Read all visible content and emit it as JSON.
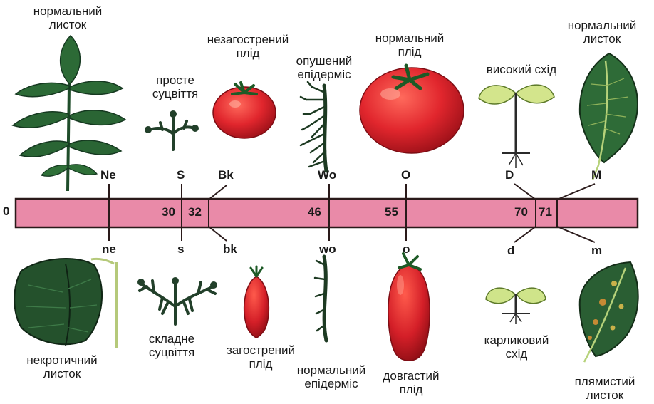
{
  "chromosome": {
    "start_label": "0",
    "positions": [
      "30",
      "32",
      "46",
      "55",
      "70",
      "71"
    ],
    "colors": {
      "bar_fill": "#e98aa8",
      "bar_stroke": "#2a1a1a",
      "leaf_dark": "#1f4d2a",
      "leaf_mid": "#2e6b37",
      "tomato_red": "#d8232a",
      "seedling_green": "#cfe48a"
    }
  },
  "genes": {
    "dominant": [
      "Ne",
      "S",
      "Bk",
      "Wo",
      "O",
      "D",
      "M"
    ],
    "recessive": [
      "ne",
      "s",
      "bk",
      "wo",
      "o",
      "d",
      "m"
    ]
  },
  "captions": {
    "normal_leaf_left": [
      "нормальний",
      "листок"
    ],
    "simple_inflorescence": [
      "просте",
      "суцвіття"
    ],
    "unsharpened_fruit": [
      "незагострений",
      "плід"
    ],
    "pubescent_epidermis": [
      "опушений",
      "епідерміс"
    ],
    "normal_fruit": [
      "нормальний",
      "плід"
    ],
    "tall_seedling": [
      "високий схід"
    ],
    "normal_leaf_right": [
      "нормальний",
      "листок"
    ],
    "necrotic_leaf": [
      "некротичний",
      "листок"
    ],
    "compound_inflorescence": [
      "складне",
      "суцвіття"
    ],
    "pointed_fruit": [
      "загострений",
      "плід"
    ],
    "normal_epidermis": [
      "нормальний",
      "епідерміс"
    ],
    "elongated_fruit": [
      "довгастий",
      "плід"
    ],
    "dwarf_seedling": [
      "карликовий",
      "схід"
    ],
    "spotted_leaf": [
      "плямистий",
      "листок"
    ]
  },
  "icons": [
    "compound-leaf-icon",
    "simple-inflorescence-icon",
    "round-tomato-icon",
    "hairy-stem-icon",
    "big-tomato-icon",
    "tall-seedling-icon",
    "serrated-leaf-icon",
    "necrotic-leaf-icon",
    "compound-inflorescence-icon",
    "pointed-tomato-icon",
    "smooth-stem-icon",
    "elongated-tomato-icon",
    "dwarf-seedling-icon",
    "spotted-leaf-icon"
  ]
}
